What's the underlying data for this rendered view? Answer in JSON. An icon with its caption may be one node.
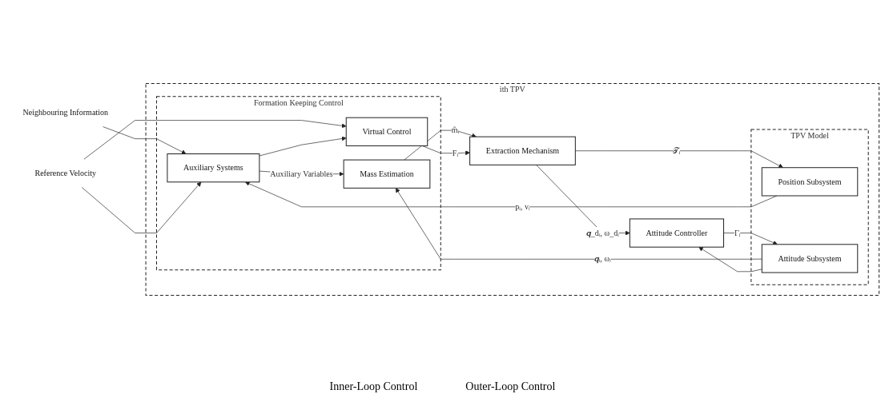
{
  "diagram": {
    "nodes": [
      {
        "text": [
          "ith TPV"
        ]
      },
      {
        "text": [
          "Formation Keeping Control"
        ],
        "in": 0
      },
      {
        "text": [
          "Auxiliary Systems"
        ],
        "in": 1
      },
      {
        "text": [
          "Mass Estimation"
        ],
        "in": 1
      },
      {
        "text": [
          "Virtual Control"
        ],
        "in": 1
      },
      {
        "text": [
          "Extraction Mechanism"
        ],
        "in": 0
      },
      {
        "text": [
          "TPV Model"
        ],
        "in": 0
      },
      {
        "text": [
          "Position Subsystem"
        ],
        "in": 6
      },
      {
        "text": [
          "Attitude Subsystem"
        ],
        "in": 6
      },
      {
        "text": [
          "Attitude Controller"
        ],
        "in": 0
      },
      {
        "text": [
          "Neighbouring Information"
        ]
      },
      {
        "text": [
          "Reference Velocity"
        ]
      }
    ],
    "edges": [
      {
        "from": 10,
        "to": 2,
        "arrow": "to"
      },
      {
        "from": 11,
        "to": 2,
        "arrow": "to"
      },
      {
        "from": 11,
        "to": 4,
        "arrow": "to"
      },
      {
        "from": 2,
        "to": 3,
        "arrow": "to",
        "label": "Auxiliary Variables"
      },
      {
        "from": 2,
        "to": 4,
        "arrow": "to"
      },
      {
        "from": 3,
        "to": 5,
        "arrow": "to",
        "label": "m̂ᵢ"
      },
      {
        "from": 4,
        "to": 5,
        "arrow": "to",
        "label": "Fᵢ"
      },
      {
        "from": 5,
        "to": 7,
        "arrow": "to",
        "label": "𝒯ᵢ"
      },
      {
        "from": 5,
        "to": 9,
        "arrow": "to",
        "label": "𝒒_dᵢ, ω_dᵢ"
      },
      {
        "from": 9,
        "to": 8,
        "arrow": "to",
        "label": "Γᵢ"
      },
      {
        "from": 7,
        "to": 2,
        "arrow": "to",
        "label": "pᵢ, vᵢ"
      },
      {
        "from": 8,
        "to": 3,
        "arrow": "to",
        "label": "𝒒ᵢ, ωᵢ"
      },
      {
        "from": 8,
        "to": 9,
        "arrow": "to"
      }
    ],
    "labels": [
      "Inner-Loop Control",
      "Outer-Loop Control"
    ]
  }
}
